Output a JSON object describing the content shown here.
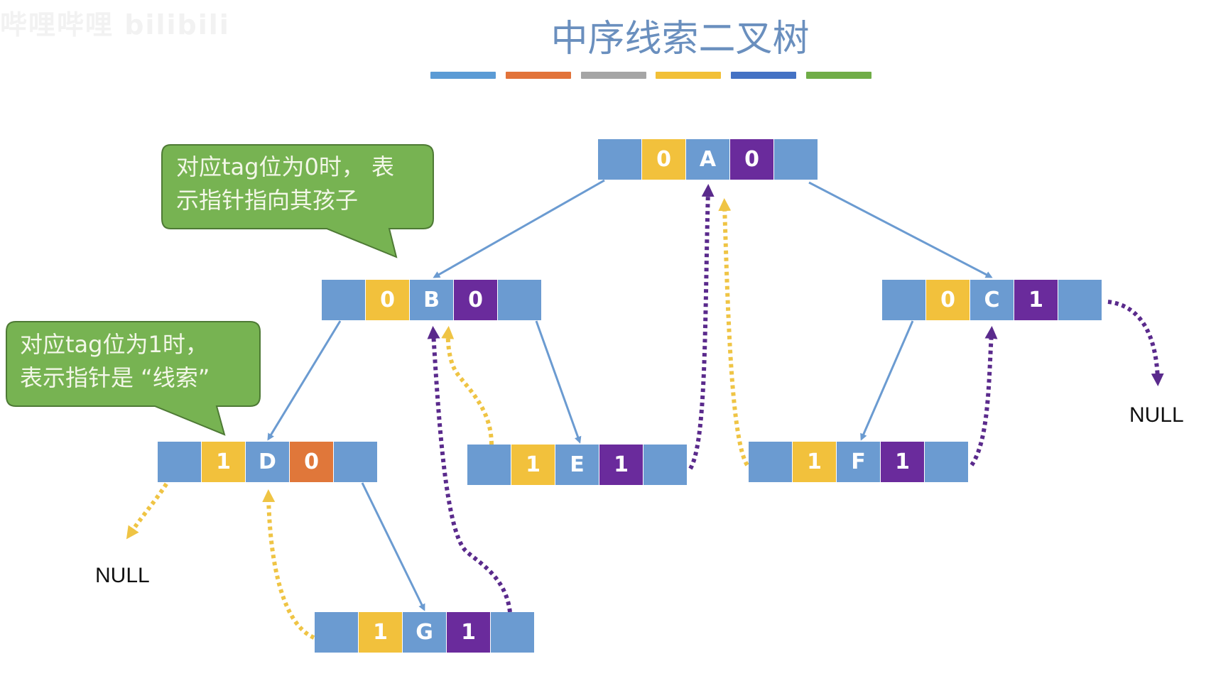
{
  "watermark": "哔哩哔哩 bilibili",
  "title": "中序线索二叉树",
  "color_bar": [
    "#5b9bd5",
    "#e2733a",
    "#a5a5a5",
    "#f2c037",
    "#4472c4",
    "#70ad47"
  ],
  "colors": {
    "pointer_cell": "#6b9bd1",
    "ltag_cell": "#f2c13c",
    "rtag_cell_thread": "#6a2b9c",
    "rtag_cell_child_null": "#e0773a",
    "tree_edge": "#6b9bd1",
    "left_thread": "#efc444",
    "right_thread": "#5a2a8c",
    "callout_fill": "#77b352",
    "callout_stroke": "#4e7a35"
  },
  "callouts": [
    {
      "lines": [
        "对应tag位为0时， 表",
        "示指针指向其孩子"
      ]
    },
    {
      "lines": [
        "对应tag位为1时，",
        "表示指针是 “线索”"
      ]
    }
  ],
  "null_labels": [
    "NULL",
    "NULL"
  ],
  "nodes": [
    {
      "id": "A",
      "ltag": "0",
      "data": "A",
      "rtag": "0"
    },
    {
      "id": "B",
      "ltag": "0",
      "data": "B",
      "rtag": "0"
    },
    {
      "id": "C",
      "ltag": "0",
      "data": "C",
      "rtag": "1"
    },
    {
      "id": "D",
      "ltag": "1",
      "data": "D",
      "rtag": "0"
    },
    {
      "id": "E",
      "ltag": "1",
      "data": "E",
      "rtag": "1"
    },
    {
      "id": "F",
      "ltag": "1",
      "data": "F",
      "rtag": "1"
    },
    {
      "id": "G",
      "ltag": "1",
      "data": "G",
      "rtag": "1"
    }
  ],
  "child_edges": [
    {
      "from": "A",
      "to": "B",
      "side": "left"
    },
    {
      "from": "A",
      "to": "C",
      "side": "right"
    },
    {
      "from": "B",
      "to": "D",
      "side": "left"
    },
    {
      "from": "B",
      "to": "E",
      "side": "right"
    },
    {
      "from": "C",
      "to": "F",
      "side": "left"
    },
    {
      "from": "D",
      "to": "G",
      "side": "right"
    }
  ],
  "threads": [
    {
      "from": "D",
      "to": "NULL",
      "kind": "left (predecessor)"
    },
    {
      "from": "G",
      "to": "D",
      "kind": "left (predecessor)"
    },
    {
      "from": "G",
      "to": "B",
      "kind": "right (successor)"
    },
    {
      "from": "E",
      "to": "B",
      "kind": "left (predecessor)"
    },
    {
      "from": "E",
      "to": "A",
      "kind": "right (successor)"
    },
    {
      "from": "F",
      "to": "A",
      "kind": "left (predecessor)"
    },
    {
      "from": "F",
      "to": "C",
      "kind": "right (successor)"
    },
    {
      "from": "C",
      "to": "NULL",
      "kind": "right (successor)"
    }
  ]
}
